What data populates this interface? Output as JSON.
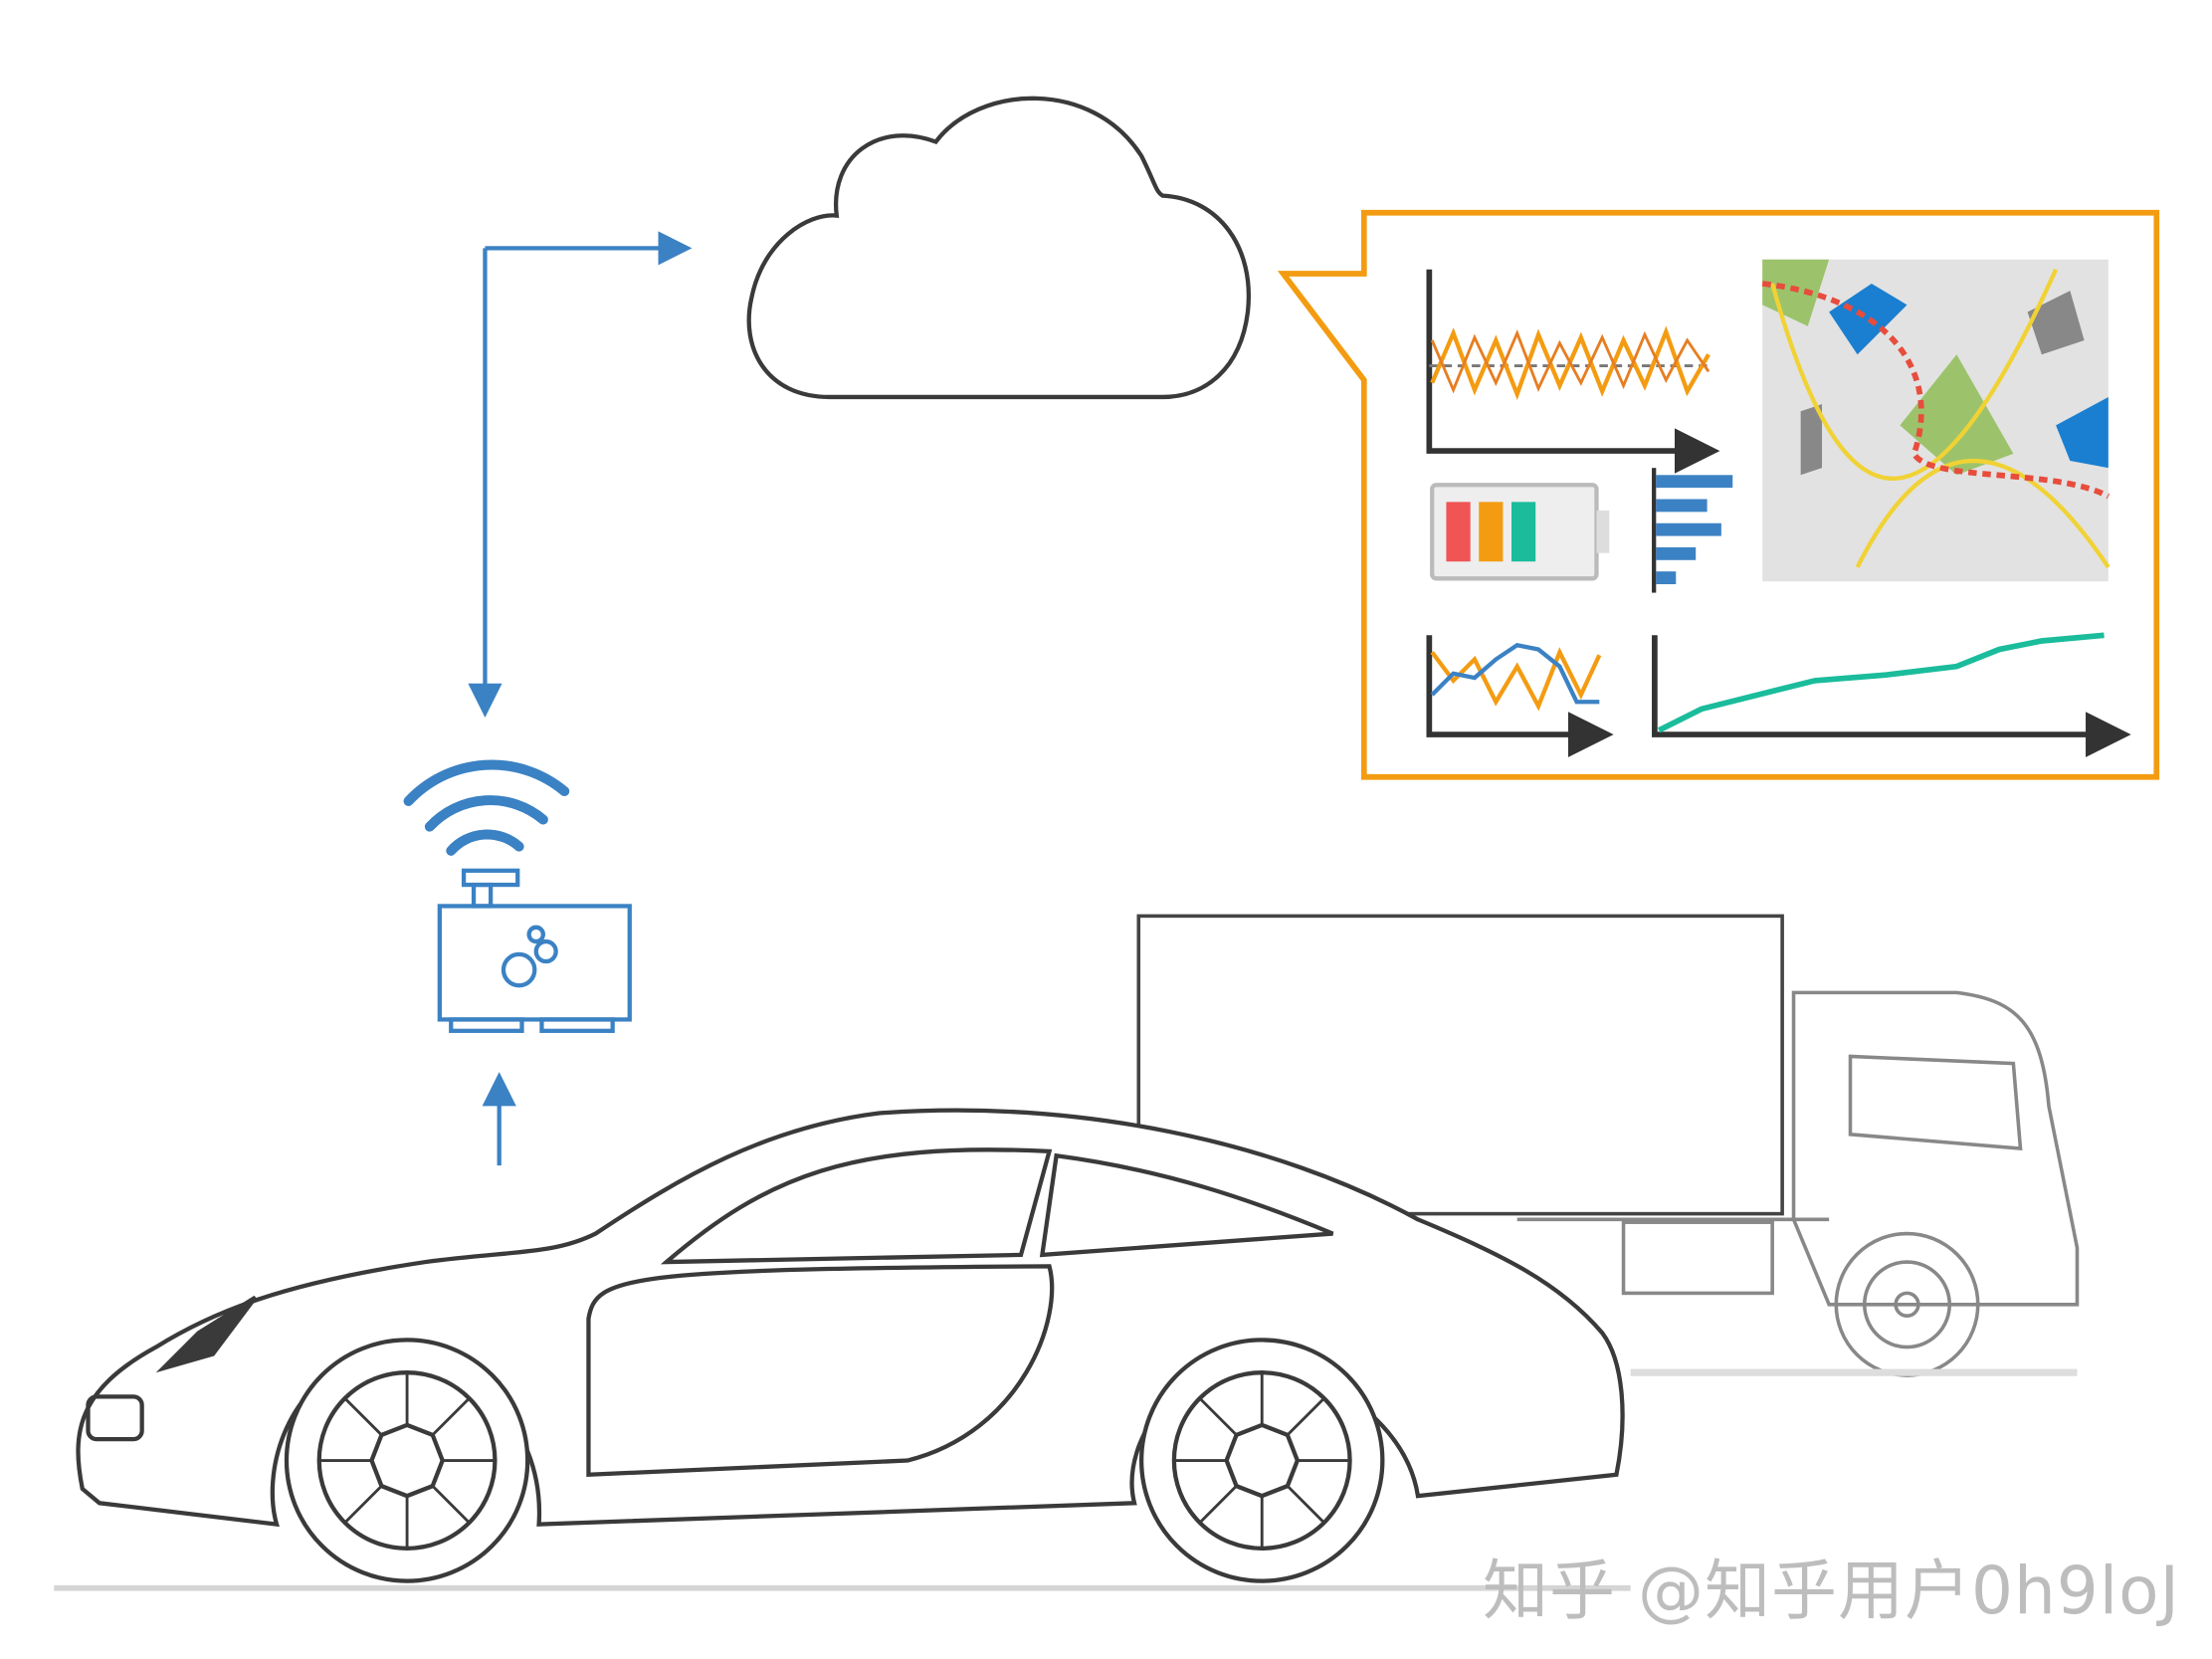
{
  "watermark": "知乎 @知乎用户0h9loJ",
  "colors": {
    "flow_arrows": "#3b82c4",
    "callout_border": "#f39c12",
    "outline": "#3a3a3a",
    "battery_bars": [
      "#f05454",
      "#f39c12",
      "#1abc9c"
    ],
    "bar_chart": "#3b82c4",
    "trend_line": "#1abc9c",
    "map_route": "#e74c3c",
    "map_roads": "#f1d234",
    "map_parks": "#9cc36b",
    "map_water": "#1a7fd0"
  },
  "icons": [
    "cloud-icon",
    "wifi-icon",
    "telematics-device-icon",
    "car-illustration",
    "truck-illustration",
    "map-thumbnail",
    "battery-icon"
  ]
}
